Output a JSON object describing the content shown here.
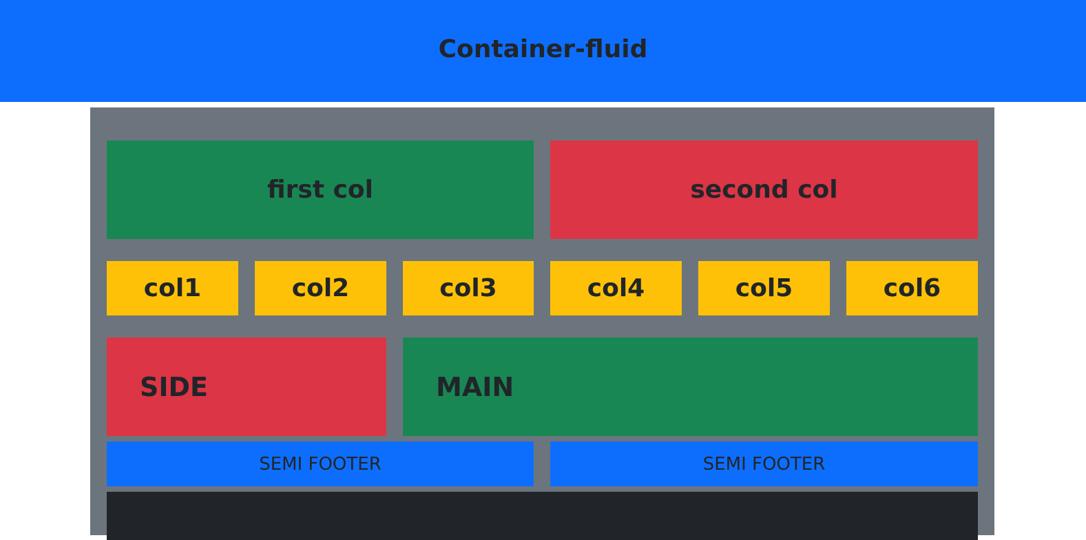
{
  "header": {
    "title": "Container-fluid",
    "color": "#0d6efd"
  },
  "row1": {
    "items": [
      {
        "label": "first col",
        "color": "#198754"
      },
      {
        "label": "second col",
        "color": "#dc3545"
      }
    ]
  },
  "row2": {
    "items": [
      {
        "label": "col1"
      },
      {
        "label": "col2"
      },
      {
        "label": "col3"
      },
      {
        "label": "col4"
      },
      {
        "label": "col5"
      },
      {
        "label": "col6"
      }
    ],
    "color": "#ffc107"
  },
  "row3": {
    "side": {
      "label": "SIDE",
      "color": "#dc3545"
    },
    "main": {
      "label": "MAIN",
      "color": "#198754"
    }
  },
  "row4": {
    "items": [
      {
        "label": "SEMI FOOTER"
      },
      {
        "label": "SEMI FOOTER"
      }
    ],
    "color": "#0d6efd"
  },
  "footer": {
    "color": "#212529"
  },
  "container": {
    "color": "#6c757d"
  }
}
